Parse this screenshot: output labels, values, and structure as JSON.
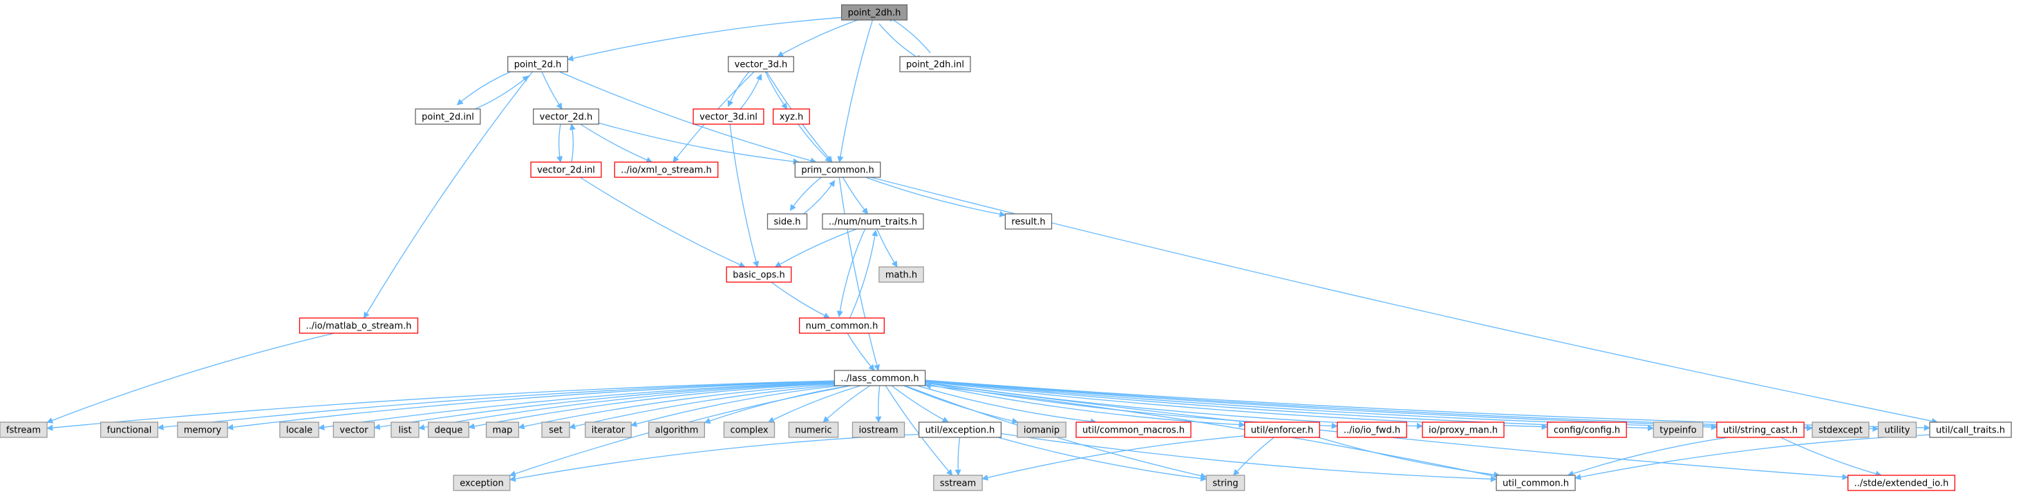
{
  "graph": {
    "colors": {
      "edge": "#63b8ff",
      "root_fill": "#999999",
      "root_border": "#666666",
      "normal_fill": "#ffffff",
      "normal_border": "#666666",
      "system_fill": "#e0e0e0",
      "system_border": "#999999",
      "truncated_border": "#ff0000"
    },
    "nodes": [
      {
        "id": "point_2dh_h",
        "label": "point_2dh.h",
        "kind": "root"
      },
      {
        "id": "point_2d_h",
        "label": "point_2d.h",
        "kind": "normal"
      },
      {
        "id": "vector_3d_h",
        "label": "vector_3d.h",
        "kind": "normal"
      },
      {
        "id": "point_2dh_inl",
        "label": "point_2dh.inl",
        "kind": "normal"
      },
      {
        "id": "point_2d_inl",
        "label": "point_2d.inl",
        "kind": "normal"
      },
      {
        "id": "vector_2d_h",
        "label": "vector_2d.h",
        "kind": "normal"
      },
      {
        "id": "vector_3d_inl",
        "label": "vector_3d.inl",
        "kind": "truncated"
      },
      {
        "id": "xyz_h",
        "label": "xyz.h",
        "kind": "truncated"
      },
      {
        "id": "vector_2d_inl",
        "label": "vector_2d.inl",
        "kind": "truncated"
      },
      {
        "id": "xml_o_stream_h",
        "label": "../io/xml_o_stream.h",
        "kind": "truncated"
      },
      {
        "id": "prim_common_h",
        "label": "prim_common.h",
        "kind": "normal"
      },
      {
        "id": "side_h",
        "label": "side.h",
        "kind": "normal"
      },
      {
        "id": "num_traits_h",
        "label": "../num/num_traits.h",
        "kind": "normal"
      },
      {
        "id": "result_h",
        "label": "result.h",
        "kind": "normal"
      },
      {
        "id": "basic_ops_h",
        "label": "basic_ops.h",
        "kind": "truncated"
      },
      {
        "id": "math_h",
        "label": "math.h",
        "kind": "system"
      },
      {
        "id": "matlab_o_stream_h",
        "label": "../io/matlab_o_stream.h",
        "kind": "truncated"
      },
      {
        "id": "num_common_h",
        "label": "num_common.h",
        "kind": "truncated"
      },
      {
        "id": "lass_common_h",
        "label": "../lass_common.h",
        "kind": "normal"
      },
      {
        "id": "fstream",
        "label": "fstream",
        "kind": "system"
      },
      {
        "id": "functional",
        "label": "functional",
        "kind": "system"
      },
      {
        "id": "memory",
        "label": "memory",
        "kind": "system"
      },
      {
        "id": "locale",
        "label": "locale",
        "kind": "system"
      },
      {
        "id": "vector",
        "label": "vector",
        "kind": "system"
      },
      {
        "id": "list",
        "label": "list",
        "kind": "system"
      },
      {
        "id": "deque",
        "label": "deque",
        "kind": "system"
      },
      {
        "id": "map",
        "label": "map",
        "kind": "system"
      },
      {
        "id": "set",
        "label": "set",
        "kind": "system"
      },
      {
        "id": "iterator",
        "label": "iterator",
        "kind": "system"
      },
      {
        "id": "algorithm",
        "label": "algorithm",
        "kind": "system"
      },
      {
        "id": "complex",
        "label": "complex",
        "kind": "system"
      },
      {
        "id": "numeric",
        "label": "numeric",
        "kind": "system"
      },
      {
        "id": "iostream",
        "label": "iostream",
        "kind": "system"
      },
      {
        "id": "util_exception_h",
        "label": "util/exception.h",
        "kind": "normal"
      },
      {
        "id": "iomanip",
        "label": "iomanip",
        "kind": "system"
      },
      {
        "id": "util_common_macros_h",
        "label": "util/common_macros.h",
        "kind": "truncated"
      },
      {
        "id": "util_enforcer_h",
        "label": "util/enforcer.h",
        "kind": "truncated"
      },
      {
        "id": "io_fwd_h",
        "label": "../io/io_fwd.h",
        "kind": "truncated"
      },
      {
        "id": "io_proxy_man_h",
        "label": "io/proxy_man.h",
        "kind": "truncated"
      },
      {
        "id": "config_config_h",
        "label": "config/config.h",
        "kind": "truncated"
      },
      {
        "id": "typeinfo",
        "label": "typeinfo",
        "kind": "system"
      },
      {
        "id": "util_string_cast_h",
        "label": "util/string_cast.h",
        "kind": "truncated"
      },
      {
        "id": "stdexcept",
        "label": "stdexcept",
        "kind": "system"
      },
      {
        "id": "utility",
        "label": "utility",
        "kind": "system"
      },
      {
        "id": "util_call_traits_h",
        "label": "util/call_traits.h",
        "kind": "normal"
      },
      {
        "id": "exception",
        "label": "exception",
        "kind": "system"
      },
      {
        "id": "sstream",
        "label": "sstream",
        "kind": "system"
      },
      {
        "id": "string",
        "label": "string",
        "kind": "system"
      },
      {
        "id": "util_common_h",
        "label": "util_common.h",
        "kind": "normal"
      },
      {
        "id": "extended_io_h",
        "label": "../stde/extended_io.h",
        "kind": "truncated"
      }
    ],
    "edges": [
      [
        "point_2dh_h",
        "point_2d_h"
      ],
      [
        "point_2dh_h",
        "vector_3d_h"
      ],
      [
        "point_2dh_h",
        "point_2dh_inl"
      ],
      [
        "point_2dh_inl",
        "point_2dh_h"
      ],
      [
        "point_2dh_h",
        "prim_common_h"
      ],
      [
        "point_2d_h",
        "point_2d_inl"
      ],
      [
        "point_2d_inl",
        "point_2d_h"
      ],
      [
        "point_2d_h",
        "vector_2d_h"
      ],
      [
        "point_2d_h",
        "prim_common_h"
      ],
      [
        "point_2d_h",
        "matlab_o_stream_h"
      ],
      [
        "vector_3d_h",
        "vector_3d_inl"
      ],
      [
        "vector_3d_inl",
        "vector_3d_h"
      ],
      [
        "vector_3d_h",
        "xyz_h"
      ],
      [
        "vector_3d_h",
        "xml_o_stream_h"
      ],
      [
        "vector_3d_h",
        "prim_common_h"
      ],
      [
        "vector_2d_h",
        "vector_2d_inl"
      ],
      [
        "vector_2d_inl",
        "vector_2d_h"
      ],
      [
        "vector_2d_h",
        "xml_o_stream_h"
      ],
      [
        "vector_2d_h",
        "prim_common_h"
      ],
      [
        "xyz_h",
        "prim_common_h"
      ],
      [
        "vector_3d_inl",
        "basic_ops_h"
      ],
      [
        "vector_2d_inl",
        "basic_ops_h"
      ],
      [
        "prim_common_h",
        "side_h"
      ],
      [
        "side_h",
        "prim_common_h"
      ],
      [
        "prim_common_h",
        "num_traits_h"
      ],
      [
        "prim_common_h",
        "result_h"
      ],
      [
        "prim_common_h",
        "lass_common_h"
      ],
      [
        "prim_common_h",
        "util_call_traits_h"
      ],
      [
        "num_traits_h",
        "basic_ops_h"
      ],
      [
        "num_traits_h",
        "math_h"
      ],
      [
        "num_traits_h",
        "num_common_h"
      ],
      [
        "num_common_h",
        "num_traits_h"
      ],
      [
        "basic_ops_h",
        "num_common_h"
      ],
      [
        "num_common_h",
        "lass_common_h"
      ],
      [
        "matlab_o_stream_h",
        "fstream"
      ],
      [
        "lass_common_h",
        "fstream"
      ],
      [
        "lass_common_h",
        "functional"
      ],
      [
        "lass_common_h",
        "memory"
      ],
      [
        "lass_common_h",
        "locale"
      ],
      [
        "lass_common_h",
        "vector"
      ],
      [
        "lass_common_h",
        "list"
      ],
      [
        "lass_common_h",
        "deque"
      ],
      [
        "lass_common_h",
        "map"
      ],
      [
        "lass_common_h",
        "set"
      ],
      [
        "lass_common_h",
        "iterator"
      ],
      [
        "lass_common_h",
        "algorithm"
      ],
      [
        "lass_common_h",
        "complex"
      ],
      [
        "lass_common_h",
        "numeric"
      ],
      [
        "lass_common_h",
        "iostream"
      ],
      [
        "lass_common_h",
        "util_exception_h"
      ],
      [
        "lass_common_h",
        "iomanip"
      ],
      [
        "lass_common_h",
        "util_common_macros_h"
      ],
      [
        "lass_common_h",
        "util_enforcer_h"
      ],
      [
        "lass_common_h",
        "io_fwd_h"
      ],
      [
        "lass_common_h",
        "io_proxy_man_h"
      ],
      [
        "lass_common_h",
        "config_config_h"
      ],
      [
        "lass_common_h",
        "typeinfo"
      ],
      [
        "lass_common_h",
        "util_string_cast_h"
      ],
      [
        "lass_common_h",
        "stdexcept"
      ],
      [
        "lass_common_h",
        "utility"
      ],
      [
        "lass_common_h",
        "util_call_traits_h"
      ],
      [
        "lass_common_h",
        "exception"
      ],
      [
        "lass_common_h",
        "sstream"
      ],
      [
        "lass_common_h",
        "string"
      ],
      [
        "lass_common_h",
        "extended_io_h"
      ],
      [
        "util_exception_h",
        "exception"
      ],
      [
        "util_exception_h",
        "sstream"
      ],
      [
        "util_exception_h",
        "string"
      ],
      [
        "util_exception_h",
        "util_common_h"
      ],
      [
        "util_enforcer_h",
        "sstream"
      ],
      [
        "util_enforcer_h",
        "string"
      ],
      [
        "util_enforcer_h",
        "util_common_h"
      ],
      [
        "util_string_cast_h",
        "util_common_h"
      ],
      [
        "util_string_cast_h",
        "extended_io_h"
      ],
      [
        "util_call_traits_h",
        "util_common_h"
      ],
      [
        "util_common_h",
        "lass_common_h"
      ]
    ]
  }
}
